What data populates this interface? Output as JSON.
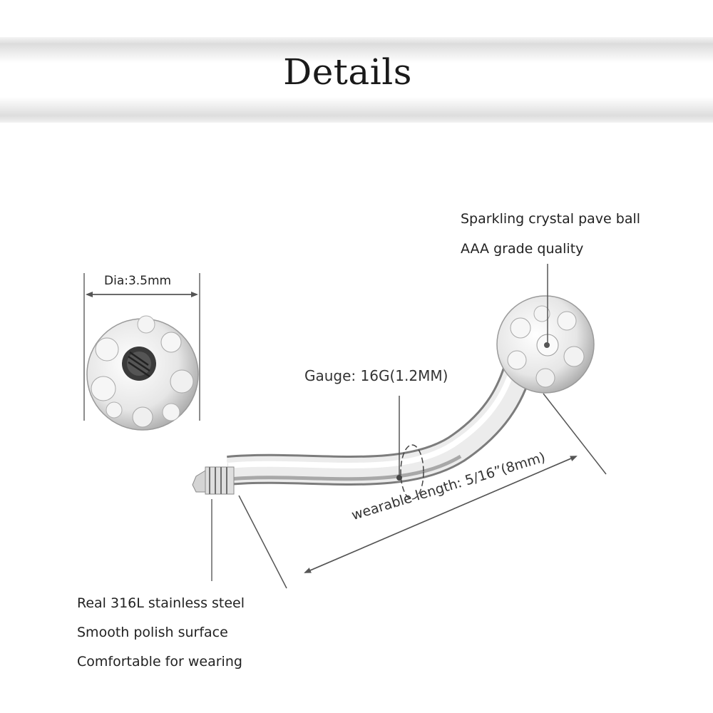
{
  "header": {
    "title": "Details"
  },
  "annotations": {
    "diameter": "Dia:3.5mm",
    "gauge": "Gauge: 16G(1.2MM)",
    "wearable_length": "wearable length: 5/16”(8mm)",
    "crystal": [
      "Sparkling crystal pave ball",
      "AAA grade quality"
    ],
    "steel": [
      "Real 316L stainless steel",
      "Smooth polish surface",
      "Comfortable for wearing"
    ]
  },
  "colors": {
    "text": "#222222",
    "leader_line": "#555555",
    "steel_light": "#f5f5f5",
    "steel_dark": "#8a8a8a",
    "crystal": "#e8e8e8"
  }
}
